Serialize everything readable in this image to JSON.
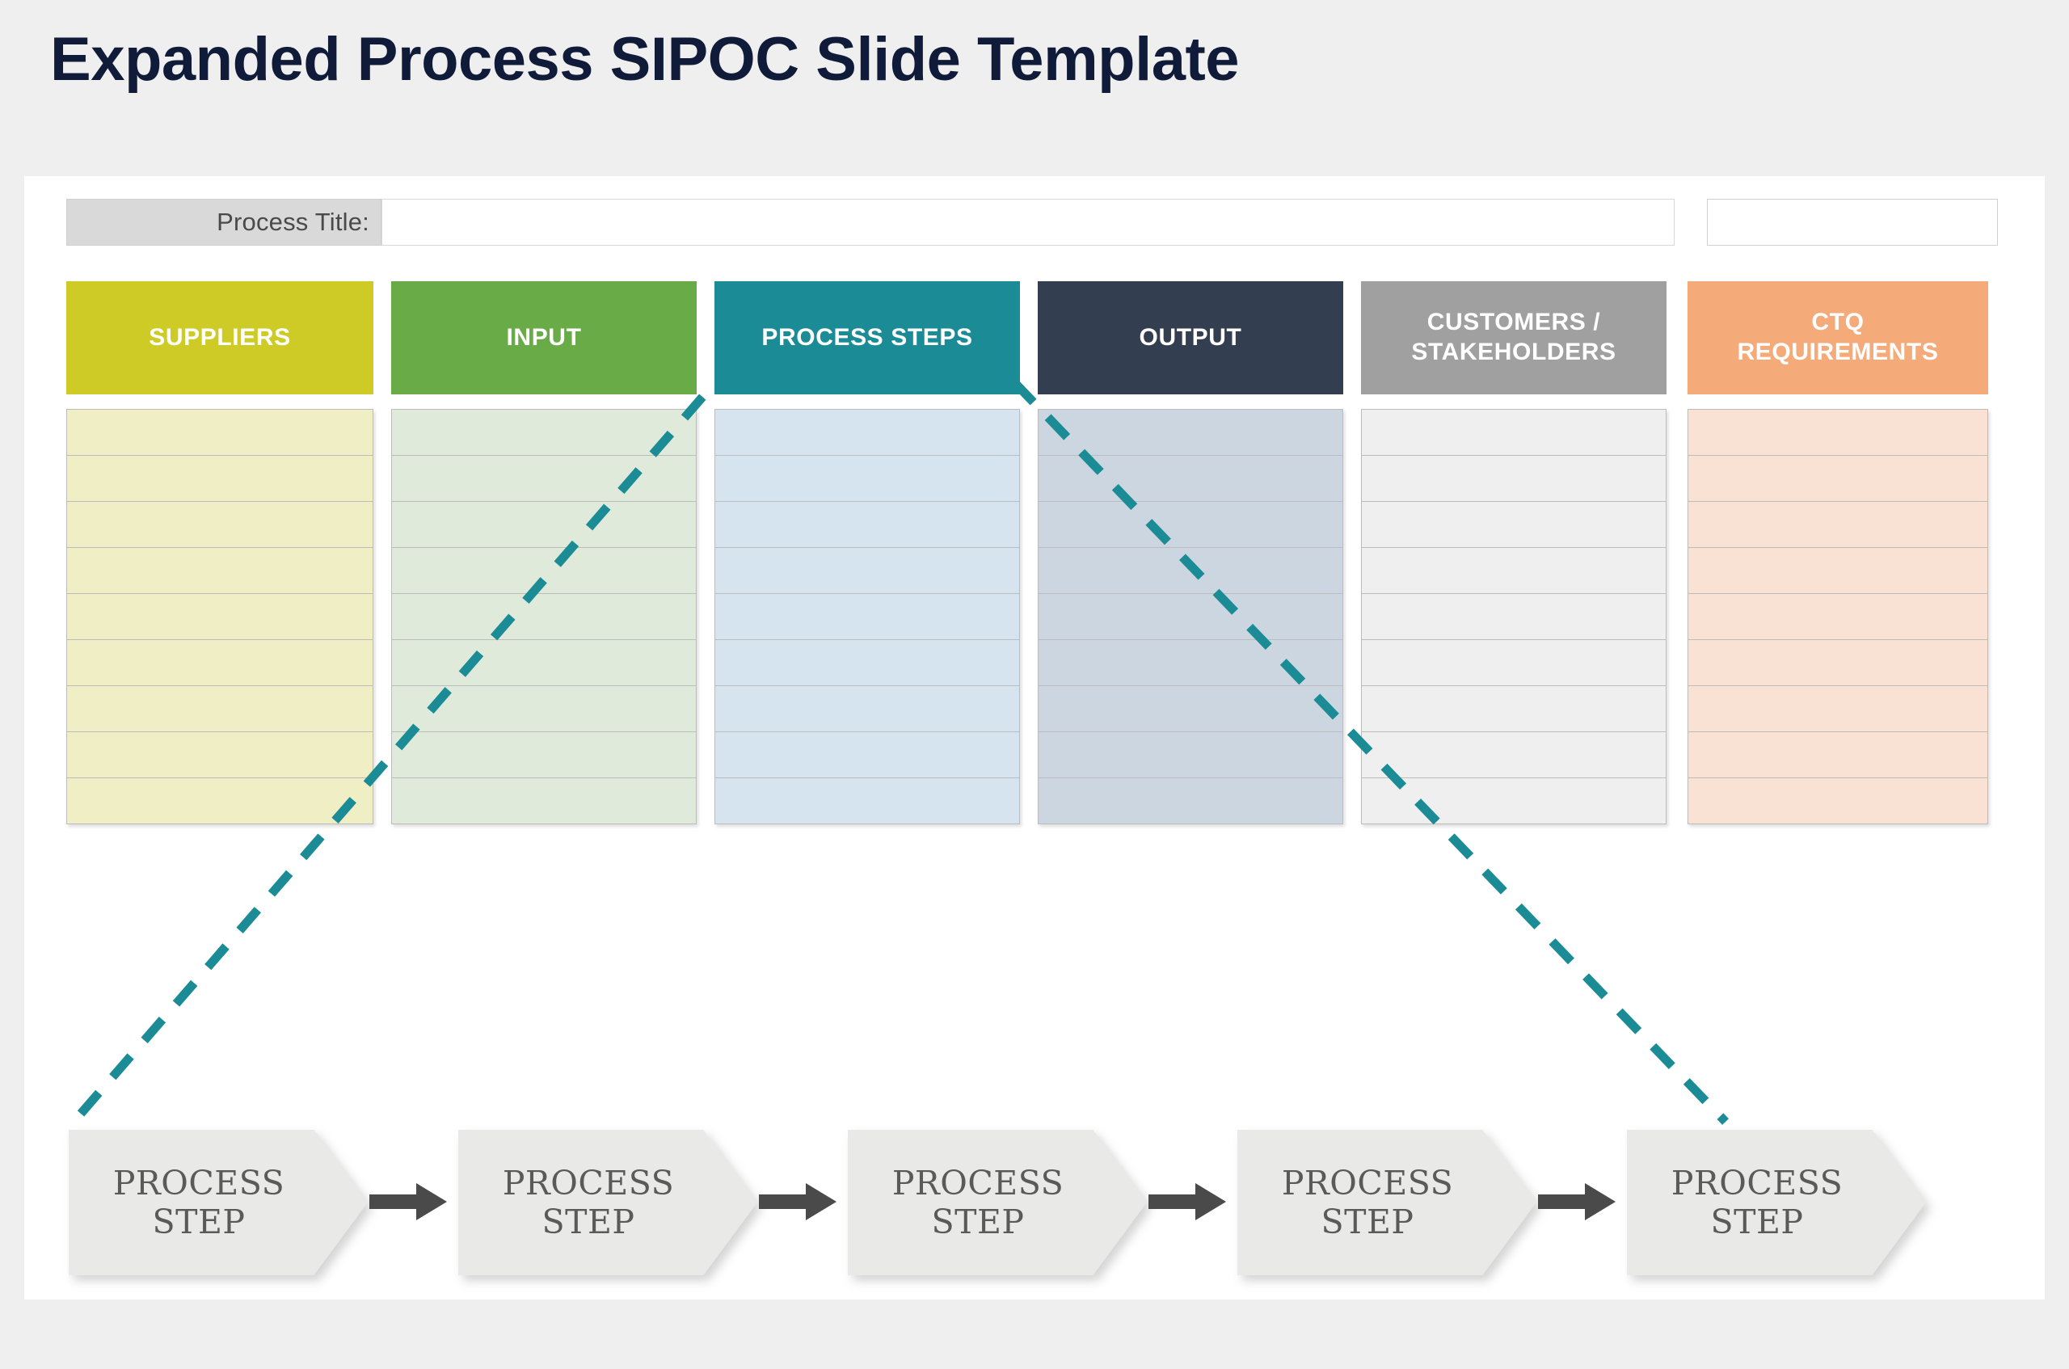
{
  "page": {
    "title": "Expanded Process SIPOC Slide Template",
    "background_color": "#efefef",
    "title_color": "#0f1b38",
    "canvas_color": "#ffffff"
  },
  "process_title": {
    "label": "Process Title:",
    "value": "",
    "placeholder": "",
    "label_bg": "#d9d9d9",
    "extra_value": ""
  },
  "columns": [
    {
      "key": "suppliers",
      "header": "SUPPLIERS",
      "header_color": "#cfcb26",
      "body_color": "#f0eec4",
      "rows": [
        "",
        "",
        "",
        "",
        "",
        "",
        "",
        "",
        ""
      ]
    },
    {
      "key": "input",
      "header": "INPUT",
      "header_color": "#68ab47",
      "body_color": "#dfeada",
      "rows": [
        "",
        "",
        "",
        "",
        "",
        "",
        "",
        "",
        ""
      ]
    },
    {
      "key": "process-steps",
      "header": "PROCESS STEPS",
      "header_color": "#1b8c95",
      "body_color": "#d6e4f0",
      "rows": [
        "",
        "",
        "",
        "",
        "",
        "",
        "",
        "",
        ""
      ]
    },
    {
      "key": "output",
      "header": "OUTPUT",
      "header_color": "#333e50",
      "body_color": "#ccd6e0",
      "rows": [
        "",
        "",
        "",
        "",
        "",
        "",
        "",
        "",
        ""
      ]
    },
    {
      "key": "customers-stakeholders",
      "header": "CUSTOMERS / STAKEHOLDERS",
      "header_line1": "CUSTOMERS /",
      "header_line2": "STAKEHOLDERS",
      "header_color": "#a0a0a0",
      "body_color": "#efefef",
      "rows": [
        "",
        "",
        "",
        "",
        "",
        "",
        "",
        "",
        ""
      ]
    },
    {
      "key": "ctq-requirements",
      "header": "CTQ REQUIREMENTS",
      "header_line1": "CTQ",
      "header_line2": "REQUIREMENTS",
      "header_color": "#f4ab79",
      "body_color": "#f9e2d3",
      "rows": [
        "",
        "",
        "",
        "",
        "",
        "",
        "",
        "",
        ""
      ]
    }
  ],
  "connector": {
    "color": "#1b8c95",
    "style": "dashed",
    "description": "Dashed V-shaped connector linking the Suppliers column bottom up to the Process Steps header and back down to the last Process Step"
  },
  "process_flow": {
    "arrow_color": "#4a4a4a",
    "chevron_color": "#e9e9e7",
    "steps": [
      {
        "line1": "PROCESS",
        "line2": "STEP"
      },
      {
        "line1": "PROCESS",
        "line2": "STEP"
      },
      {
        "line1": "PROCESS",
        "line2": "STEP"
      },
      {
        "line1": "PROCESS",
        "line2": "STEP"
      },
      {
        "line1": "PROCESS",
        "line2": "STEP"
      }
    ]
  }
}
